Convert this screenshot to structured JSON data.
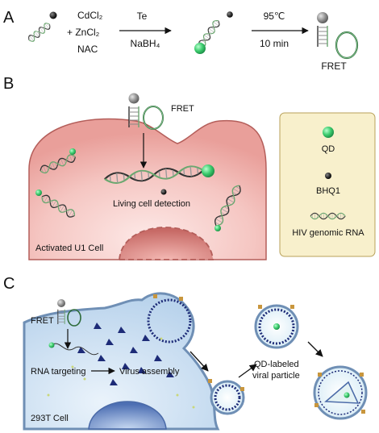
{
  "panelA": {
    "letter": "A",
    "reagents": [
      "CdCl₂",
      "+ ZnCl₂",
      "NAC"
    ],
    "step1_top": "Te",
    "step1_bottom": "NaBH₄",
    "step2_top": "95℃",
    "step2_bottom": "10 min",
    "product_label": "FRET"
  },
  "panelB": {
    "letter": "B",
    "fret_label": "FRET",
    "detection_label": "Living cell detection",
    "cell_label": "Activated U1 Cell",
    "legend": {
      "qd": "QD",
      "bhq": "BHQ1",
      "rna": "HIV genomic RNA"
    }
  },
  "panelC": {
    "letter": "C",
    "fret_label": "FRET",
    "rna_targeting": "RNA targeting",
    "virus_assembly": "Virus assembly",
    "particle_label_1": "QD-labeled",
    "particle_label_2": "viral particle",
    "cell_label": "293T Cell"
  },
  "colors": {
    "qd_green": "#3dcc6e",
    "bhq_dark": "#2b2b2b",
    "cell_pink": "#f3b9b6",
    "legend_bg": "#f8f0cc",
    "blue_cell": "#c9ddf0",
    "spike_navy": "#1d2b77",
    "gold_tag": "#c8963d"
  }
}
